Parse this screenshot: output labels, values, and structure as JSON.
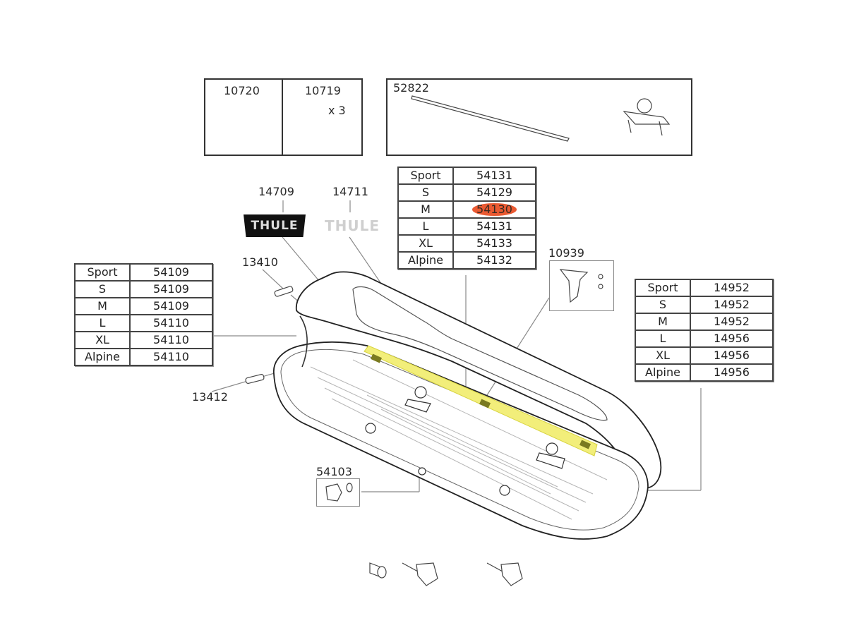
{
  "diagram": {
    "type": "exploded-parts-diagram",
    "subject": "roof cargo box",
    "highlight_color": "#ea5a32",
    "rail_highlight_color": "#f2ee7a"
  },
  "top_parts": {
    "strap_single": {
      "part_no": "10720"
    },
    "strap_multi": {
      "part_no": "10719",
      "qty": "x 3"
    },
    "rail_kit": {
      "part_no": "52822"
    }
  },
  "logos": {
    "dark_logo": {
      "part_no": "14709",
      "text": "THULE"
    },
    "light_logo": {
      "part_no": "14711",
      "text": "THULE"
    }
  },
  "callouts": {
    "hinge_plate_upper": "13410",
    "hinge_plate_lower": "13412",
    "mount_bracket": "10939",
    "lock_cap": "54103"
  },
  "tables": {
    "center": {
      "rows": [
        {
          "size": "Sport",
          "part_no": "54131"
        },
        {
          "size": "S",
          "part_no": "54129"
        },
        {
          "size": "M",
          "part_no": "54130",
          "highlighted": true
        },
        {
          "size": "L",
          "part_no": "54131"
        },
        {
          "size": "XL",
          "part_no": "54133"
        },
        {
          "size": "Alpine",
          "part_no": "54132"
        }
      ]
    },
    "left": {
      "rows": [
        {
          "size": "Sport",
          "part_no": "54109"
        },
        {
          "size": "S",
          "part_no": "54109"
        },
        {
          "size": "M",
          "part_no": "54109"
        },
        {
          "size": "L",
          "part_no": "54110"
        },
        {
          "size": "XL",
          "part_no": "54110"
        },
        {
          "size": "Alpine",
          "part_no": "54110"
        }
      ]
    },
    "right": {
      "rows": [
        {
          "size": "Sport",
          "part_no": "14952"
        },
        {
          "size": "S",
          "part_no": "14952"
        },
        {
          "size": "M",
          "part_no": "14952"
        },
        {
          "size": "L",
          "part_no": "14956"
        },
        {
          "size": "XL",
          "part_no": "14956"
        },
        {
          "size": "Alpine",
          "part_no": "14956"
        }
      ]
    }
  }
}
